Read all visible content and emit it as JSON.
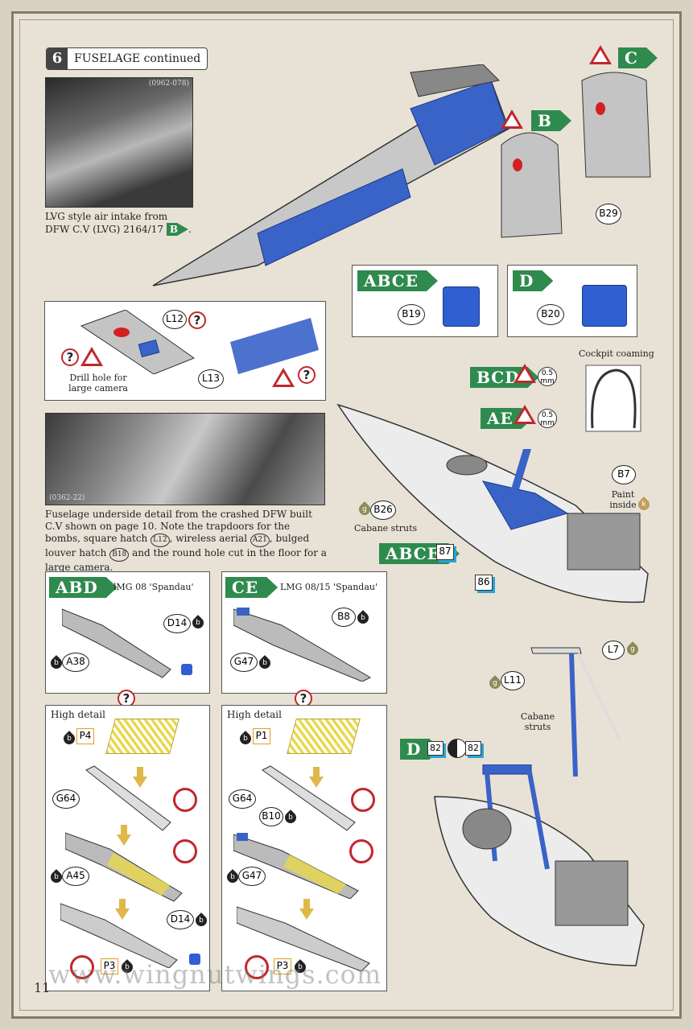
{
  "step": {
    "number": "6",
    "title": "FUSELAGE continued"
  },
  "photo1": {
    "code": "(0962-078)",
    "caption": "LVG style air intake from DFW C.V (LVG) 2164/17",
    "badge": "B"
  },
  "photo2": {
    "code": "(0362-22)",
    "caption": "Fuselage underside detail from the crashed DFW built C.V shown on page 10. Note the trapdoors for the bombs, square hatch",
    "caption_b": ", wireless aerial",
    "caption_c": ", bulged louver hatch",
    "caption_d": "and the round hole cut in the floor for a large camera."
  },
  "refs": {
    "L12": "L12",
    "A21": "A21",
    "B18": "B18"
  },
  "detail_box": {
    "L12": "L12",
    "L13": "L13",
    "note": "Drill hole for large camera"
  },
  "variant_tags": {
    "C": "C",
    "B": "B",
    "ABCE": "ABCE",
    "D": "D",
    "BCD": "BCD",
    "AE": "AE",
    "ABCE2": "ABCE",
    "ABD": "ABD",
    "CE": "CE",
    "D2": "D"
  },
  "hatch_parts": {
    "B29": "B29",
    "B19": "B19",
    "B20": "B20"
  },
  "cockpit": {
    "label": "Cockpit coaming",
    "mm1": "0.5",
    "mm2": "0.5",
    "mm_unit": "mm",
    "B7": "B7",
    "paint": "Paint inside",
    "k": "k"
  },
  "cabane": {
    "B26": "B26",
    "g": "g",
    "label": "Cabane struts",
    "ref87": "87",
    "ref86": "86"
  },
  "mg1": {
    "title": "lMG 08 'Spandau'",
    "D14": "D14",
    "A38": "A38",
    "b": "b"
  },
  "mg2": {
    "title": "LMG 08/15 'Spandau'",
    "B8": "B8",
    "G47": "G47",
    "b": "b"
  },
  "high1": {
    "title": "High detail",
    "P4": "P4",
    "G64": "G64",
    "A45": "A45",
    "D14": "D14",
    "P3": "P3"
  },
  "high2": {
    "title": "High detail",
    "P1": "P1",
    "G64": "G64",
    "B10": "B10",
    "G47": "G47",
    "P3": "P3"
  },
  "struts": {
    "L7": "L7",
    "L11": "L11",
    "label": "Cabane struts",
    "ref82a": "82",
    "ref82b": "82"
  },
  "footer": {
    "watermark": "www.wingnutwings.com",
    "page": "11"
  },
  "q": "?"
}
